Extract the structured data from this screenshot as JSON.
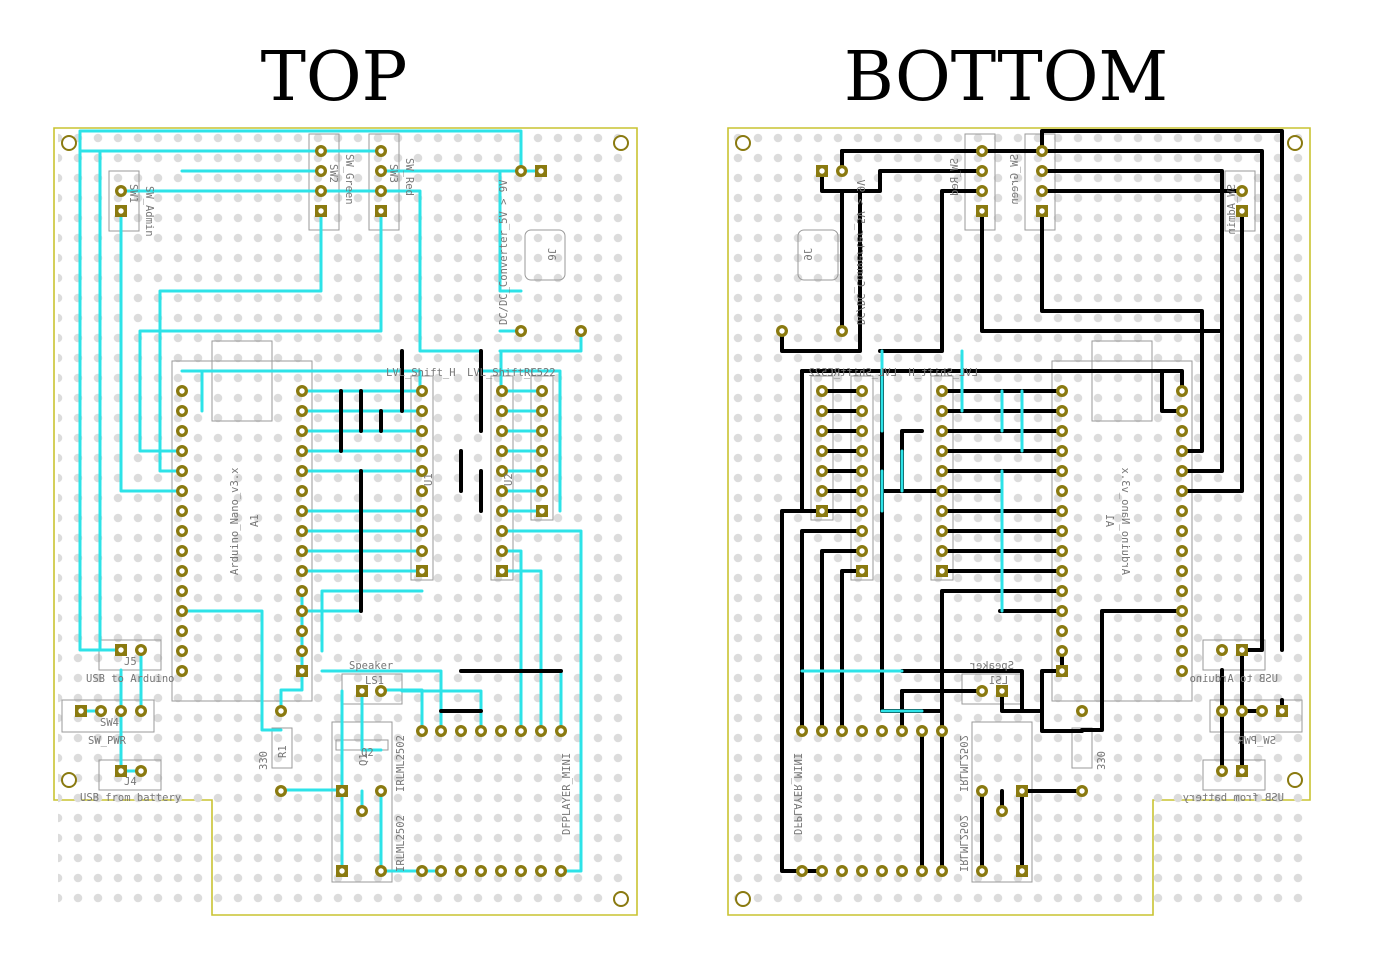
{
  "headings": {
    "top": "TOP",
    "bottom": "BOTTOM"
  },
  "colors": {
    "copper_top": "#2de3e8",
    "copper_bottom": "#000000",
    "pad": "#8a7a10",
    "board_edge": "#c9c331"
  },
  "top": {
    "sw_admin": "SW_Admin",
    "sw1": "SW1",
    "sw2": "SW2",
    "sw_green": "SW_Green",
    "sw3": "SW3",
    "sw_red": "SW_Red",
    "dcdc": "DC/DC_Converter_5V > 9V",
    "j6": "J6",
    "lvl_h": "LVL_Shift_H",
    "lvl_l": "LVL_Shift_L",
    "rc522": "RC522",
    "nano": "Arduino_Nano_v3.x",
    "a1": "A1",
    "u1": "U1",
    "u2": "U2",
    "speaker": "Speaker",
    "ls1": "LS1",
    "j5": "J5",
    "usb_ard": "USB to Arduino",
    "sw4": "SW4",
    "sw_pwr": "SW_PWR",
    "j4": "J4",
    "usb_bat": "USB from battery",
    "r330": "330",
    "r1": "R1",
    "q1": "Q1",
    "q2": "Q2",
    "irlml1": "IRLML2502",
    "irlml2": "IRLML2502",
    "dfplayer": "DFPLAYER_MINI"
  }
}
